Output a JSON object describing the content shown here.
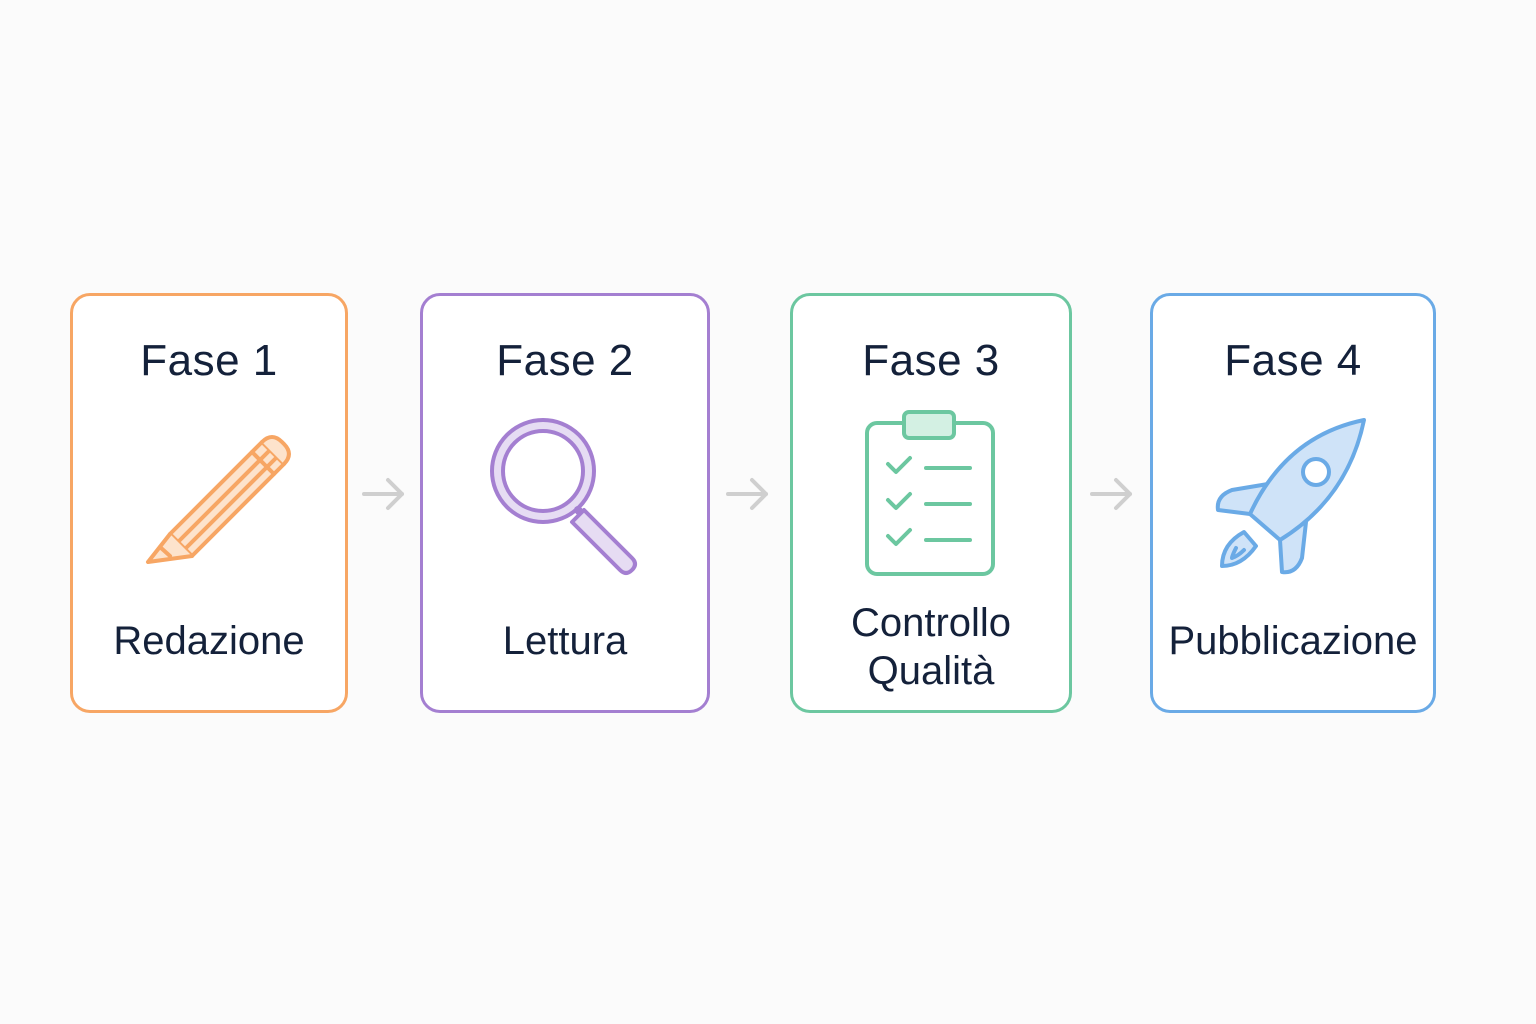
{
  "steps": [
    {
      "title": "Fase 1",
      "label": "Redazione",
      "icon": "pencil-icon",
      "color": "#f7a664"
    },
    {
      "title": "Fase 2",
      "label": "Lettura",
      "icon": "magnifier-icon",
      "color": "#a47fd1"
    },
    {
      "title": "Fase 3",
      "label_line1": "Controllo",
      "label_line2": "Qualità",
      "icon": "checklist-icon",
      "color": "#6cc7a0"
    },
    {
      "title": "Fase 4",
      "label": "Pubblicazione",
      "icon": "rocket-icon",
      "color": "#6aaae6"
    }
  ],
  "arrow_color": "#cfcfcf"
}
